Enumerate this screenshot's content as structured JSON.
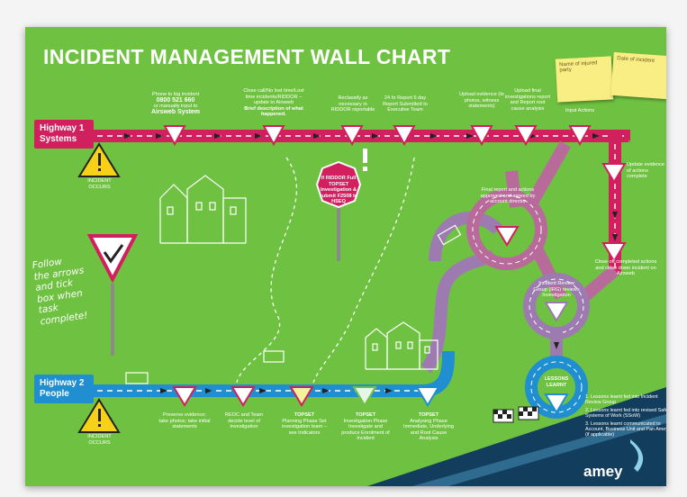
{
  "poster": {
    "title": "INCIDENT MANAGEMENT WALL CHART",
    "sticky_notes": [
      "Name of injured party",
      "Date of incident"
    ],
    "follow_text": [
      "Follow",
      "the arrows",
      "and tick",
      "box when",
      "task",
      "complete!"
    ],
    "logo": "amey"
  },
  "highway1": {
    "line1": "Highway 1",
    "line2": "Systems",
    "colour": "#d21f5e",
    "start_label": "INCIDENT\nOCCURS",
    "steps": [
      {
        "text": "Phone to log incident",
        "bold": "0800 521 660",
        "extra": "or manually input to",
        "bold2": "Airsweb System"
      },
      {
        "text": "Close call/No lost time/Lost time incidents/RIDDOR – update to Airsweb",
        "bold": "Brief description of what happened."
      },
      {
        "text": "Reclassify as necessary in RIDDOR reportable"
      },
      {
        "text": "24 hr Report 5 day Report Submitted to Executive Team"
      },
      {
        "text": "Upload evidence (Ie photos, witness statements)"
      },
      {
        "text": "Upload final investigations report and Report root cause analysis"
      },
      {
        "text": "Input Actions"
      }
    ]
  },
  "highway2": {
    "line1": "Highway 2",
    "line2": "People",
    "colour": "#1f8fd1",
    "start_label": "INCIDENT\nOCCURS",
    "steps": [
      {
        "text": "Preserve evidence; take photos; take initial statements"
      },
      {
        "text": "REOC and Team decide level of investigation"
      },
      {
        "bold": "TOPSET",
        "text": "Planning Phase Set investigation team – see Indicators"
      },
      {
        "bold": "TOPSET",
        "text": "Investigation Phase Investigate and produce Enrolment of Incident"
      },
      {
        "bold": "TOPSET",
        "text": "Analysing Phase Immediate, Underlying and Root Cause Analysis"
      }
    ]
  },
  "stop_sign": {
    "text": "If RIDDOR Full TOPSET Investigation & submit F2508 to HSEQ"
  },
  "roundabouts": [
    {
      "text": "Final report and actions approved and agreed by account director"
    },
    {
      "text": "Incident Review Group (IRG) reviews Investigation"
    },
    {
      "text": "LESSONS LEARNT"
    }
  ],
  "right_steps": [
    {
      "text": "Update evidence of actions complete"
    },
    {
      "text": "Close off completed actions and close down incident on Airsweb"
    }
  ],
  "lessons": [
    "1. Lessons learnt fed into Incident Review Group",
    "2. Lessons learnt fed into revised Safe Systems of Work (SSoW)",
    "3. Lessons learnt communicated to Account, Business Unit and Pan Amey (if applicable)"
  ],
  "colours": {
    "green": "#6fc241",
    "systems": "#d21f5e",
    "people": "#1f8fd1",
    "purple": "#9d7bb0",
    "sticky": "#f9ee84",
    "navy": "#123d5c"
  }
}
